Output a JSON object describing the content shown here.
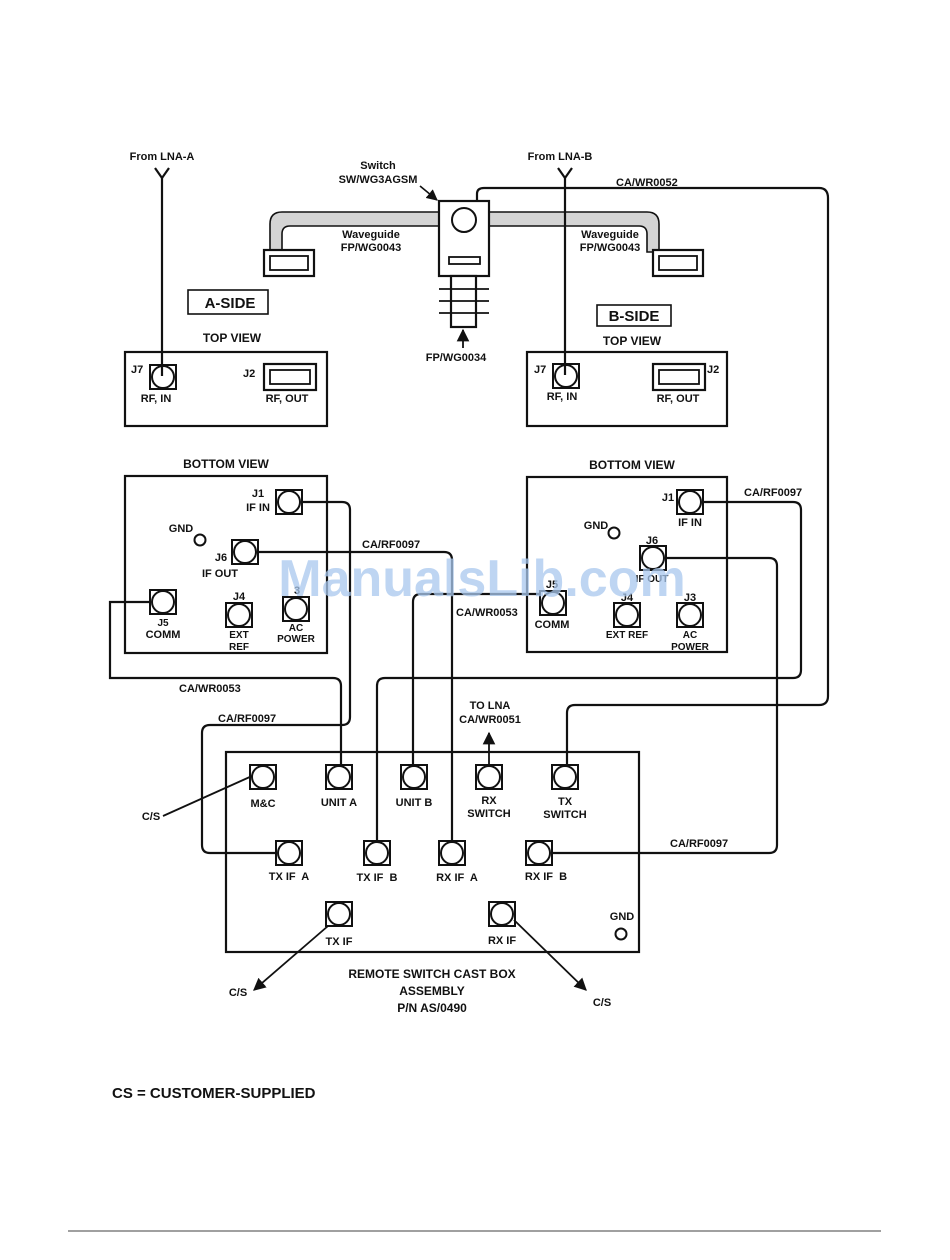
{
  "watermark": "ManualsLib.com",
  "legend": "CS = CUSTOMER-SUPPLIED",
  "colors": {
    "line": "#111111",
    "waveguide_fill": "#d4d4d4",
    "watermark": "#a9c8ee",
    "footer_rule": "#a0a0a0"
  },
  "switch": {
    "label_line1": "Switch",
    "label_line2": "SW/WG3AGSM",
    "bottom_label": "FP/WG0034"
  },
  "waveguides": {
    "left": {
      "line1": "Waveguide",
      "line2": "FP/WG0043"
    },
    "right": {
      "line1": "Waveguide",
      "line2": "FP/WG0043"
    }
  },
  "lna": {
    "a": "From LNA-A",
    "b": "From LNA-B"
  },
  "a_side": {
    "badge": "A-SIDE",
    "top_view": {
      "title": "TOP VIEW",
      "j7": "J7",
      "j7_label": "RF, IN",
      "j2": "J2",
      "j2_label": "RF, OUT"
    },
    "bottom_view": {
      "title": "BOTTOM VIEW",
      "j1": "J1",
      "j1_label": "IF IN",
      "gnd": "GND",
      "j6": "J6",
      "j6_label": "IF OUT",
      "j5": "J5",
      "j5_label": "COMM",
      "j4": "J4",
      "j4_label1": "EXT",
      "j4_label2": "REF",
      "j3": "3",
      "j3_label1": "AC",
      "j3_label2": "POWER"
    }
  },
  "b_side": {
    "badge": "B-SIDE",
    "top_view": {
      "title": "TOP VIEW",
      "j7": "J7",
      "j7_label": "RF, IN",
      "j2": "J2",
      "j2_label": "RF, OUT"
    },
    "bottom_view": {
      "title": "BOTTOM VIEW",
      "j1": "J1",
      "j1_label": "IF IN",
      "gnd": "GND",
      "j6": "J6",
      "j6_label": "IF OUT",
      "j5": "J5",
      "j5_label": "COMM",
      "j4": "J4",
      "j4_label": "EXT REF",
      "j3": "J3",
      "j3_label1": "AC",
      "j3_label2": "POWER"
    }
  },
  "cables": {
    "wr0052": "CA/WR0052",
    "rf0097_b_right": "CA/RF0097",
    "rf0097_mid": "CA/RF0097",
    "wr0053_mid": "CA/WR0053",
    "wr0053_left": "CA/WR0053",
    "rf0097_left": "CA/RF0097",
    "rf0097_right_low": "CA/RF0097",
    "to_lna_line1": "TO LNA",
    "to_lna_line2": "CA/WR0051"
  },
  "cast_box": {
    "title_line1": "REMOTE SWITCH CAST BOX",
    "title_line2": "ASSEMBLY",
    "title_line3": "P/N AS/0490",
    "ports_row1": [
      {
        "id": "mc",
        "label1": "M&C",
        "label2": ""
      },
      {
        "id": "unit-a",
        "label1": "UNIT A",
        "label2": ""
      },
      {
        "id": "unit-b",
        "label1": "UNIT B",
        "label2": ""
      },
      {
        "id": "rx-switch",
        "label1": "RX",
        "label2": "SWITCH"
      },
      {
        "id": "tx-switch",
        "label1": "TX",
        "label2": "SWITCH"
      }
    ],
    "ports_row2": [
      {
        "id": "tx-if-a",
        "label1": "TX IF  A"
      },
      {
        "id": "tx-if-b",
        "label1": "TX IF  B"
      },
      {
        "id": "rx-if-a",
        "label1": "RX IF  A"
      },
      {
        "id": "rx-if-b",
        "label1": "RX IF  B"
      }
    ],
    "ports_row3": [
      {
        "id": "tx-if",
        "label1": "TX IF"
      },
      {
        "id": "rx-if",
        "label1": "RX IF"
      }
    ],
    "gnd": "GND",
    "cs_mc": "C/S",
    "cs_tx": "C/S",
    "cs_rx": "C/S"
  }
}
